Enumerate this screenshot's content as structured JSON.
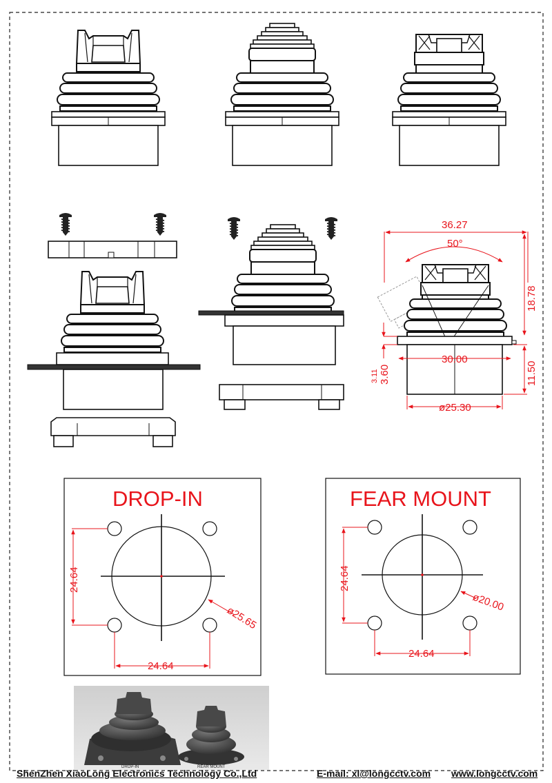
{
  "dimensions": {
    "width_top": "36.27",
    "angle": "50°",
    "height_right": "18.78",
    "base_width": "30.00",
    "small_height": "3.60",
    "small_height_b": "3.11",
    "body_height": "11.50",
    "body_diameter": "ø25.30"
  },
  "drop_in": {
    "title": "DROP-IN",
    "vertical": "24.64",
    "horizontal": "24.64",
    "diameter": "ø25.65"
  },
  "fear_mount": {
    "title": "FEAR MOUNT",
    "vertical": "24.64",
    "horizontal": "24.64",
    "diameter": "ø20.00"
  },
  "photo": {
    "label_left": "DROP-IN",
    "label_right": "REAR MOUNT"
  },
  "footer": {
    "company": "ShenZhen XiaoLong Electronics Technology Co.,Ltd",
    "email": "E-mail: xl@longcctv.com",
    "website": "www.longcctv.com"
  }
}
